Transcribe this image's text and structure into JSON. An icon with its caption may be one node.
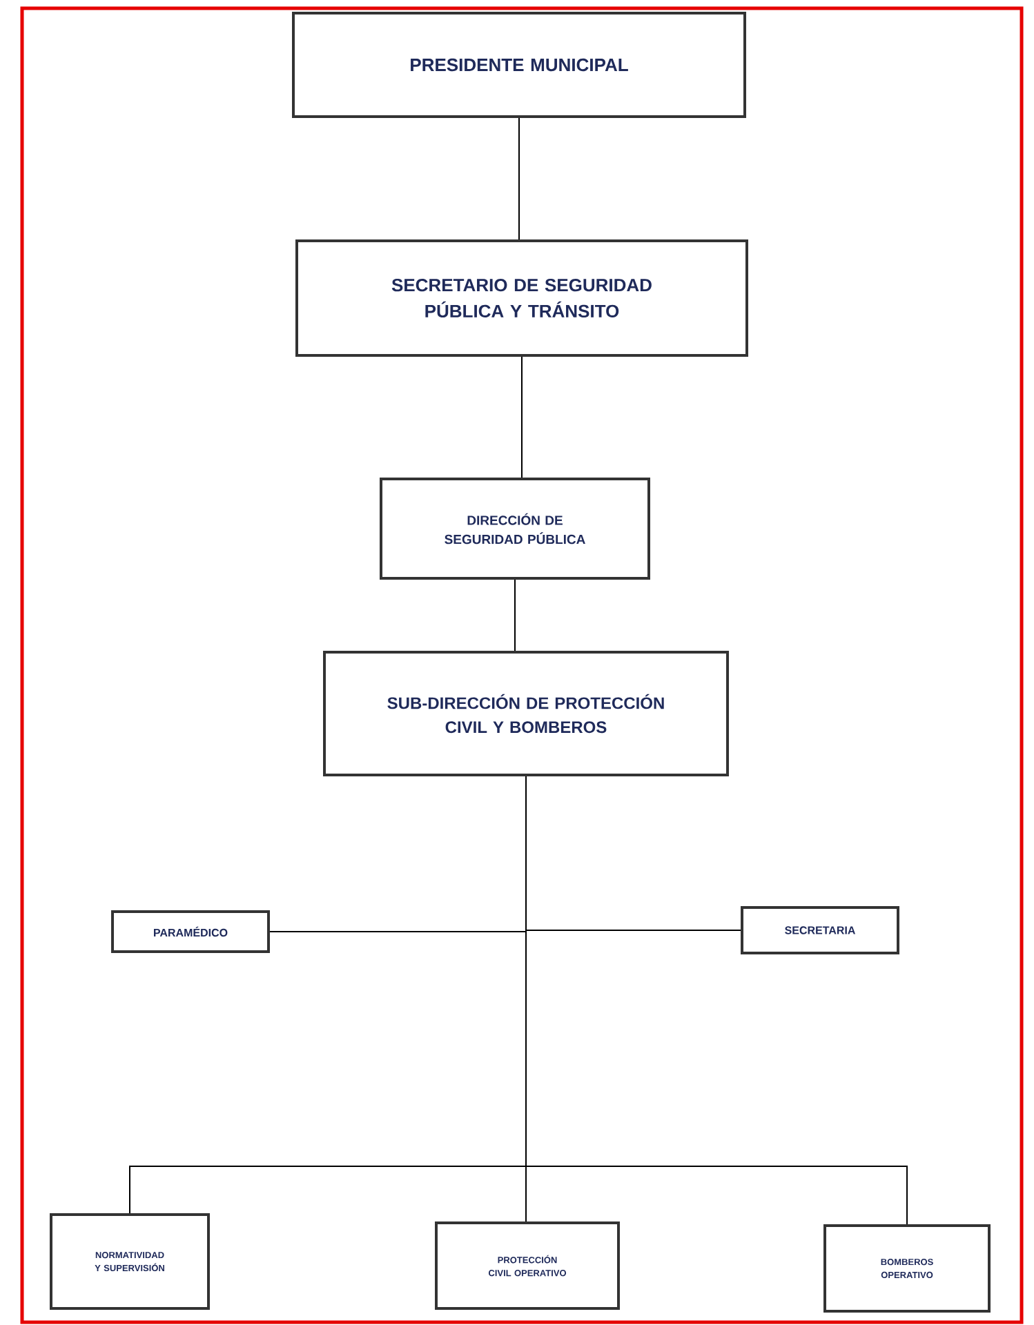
{
  "diagram": {
    "nodes": [
      {
        "text": [
          "PRESIDENTE MUNICIPAL"
        ]
      },
      {
        "text": [
          "SECRETARIO DE SEGURIDAD PÚBLICA Y TRÁNSITO"
        ]
      },
      {
        "text": [
          "DIRECCIÓN DE SEGURIDAD PÚBLICA"
        ]
      },
      {
        "text": [
          "SUB-DIRECCIÓN DE PROTECCIÓN CIVIL Y BOMBEROS"
        ]
      },
      {
        "text": [
          "PARAMÉDICO"
        ]
      },
      {
        "text": [
          "SECRETARIA"
        ]
      },
      {
        "text": [
          "NORMATIVIDAD Y SUPERVISIÓN"
        ]
      },
      {
        "text": [
          "PROTECCIÓN CIVIL OPERATIVO"
        ]
      },
      {
        "text": [
          "BOMBEROS OPERATIVO"
        ]
      }
    ],
    "edges": [
      {
        "from": 0,
        "to": 1,
        "arrow": "none"
      },
      {
        "from": 1,
        "to": 2,
        "arrow": "none"
      },
      {
        "from": 2,
        "to": 3,
        "arrow": "none"
      },
      {
        "from": 3,
        "to": 4,
        "arrow": "none"
      },
      {
        "from": 3,
        "to": 5,
        "arrow": "none"
      },
      {
        "from": 3,
        "to": 6,
        "arrow": "none"
      },
      {
        "from": 3,
        "to": 7,
        "arrow": "none"
      },
      {
        "from": 3,
        "to": 8,
        "arrow": "none"
      }
    ]
  }
}
